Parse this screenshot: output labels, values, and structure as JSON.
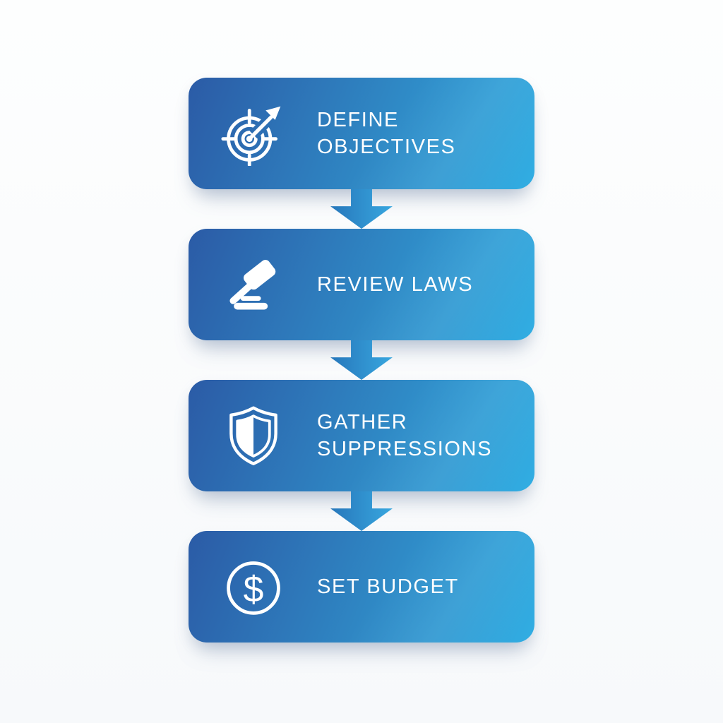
{
  "diagram": {
    "type": "flowchart-vertical",
    "background_color": "#fcfdfe",
    "box_gradient_start": "#2b5ba6",
    "box_gradient_mid": "#2f86c3",
    "box_gradient_end": "#31aee3",
    "arrow_gradient_start": "#2777bb",
    "arrow_gradient_end": "#38a7df",
    "text_color": "#ffffff",
    "icon_color": "#ffffff",
    "steps": [
      {
        "icon": "target-icon",
        "lines": [
          "DEFINE",
          "OBJECTIVES"
        ]
      },
      {
        "icon": "gavel-icon",
        "lines": [
          "REVIEW LAWS"
        ]
      },
      {
        "icon": "shield-icon",
        "lines": [
          "GATHER",
          "SUPPRESSIONS"
        ]
      },
      {
        "icon": "dollar-circle-icon",
        "lines": [
          "SET BUDGET"
        ]
      }
    ],
    "connector": "down-arrow"
  }
}
